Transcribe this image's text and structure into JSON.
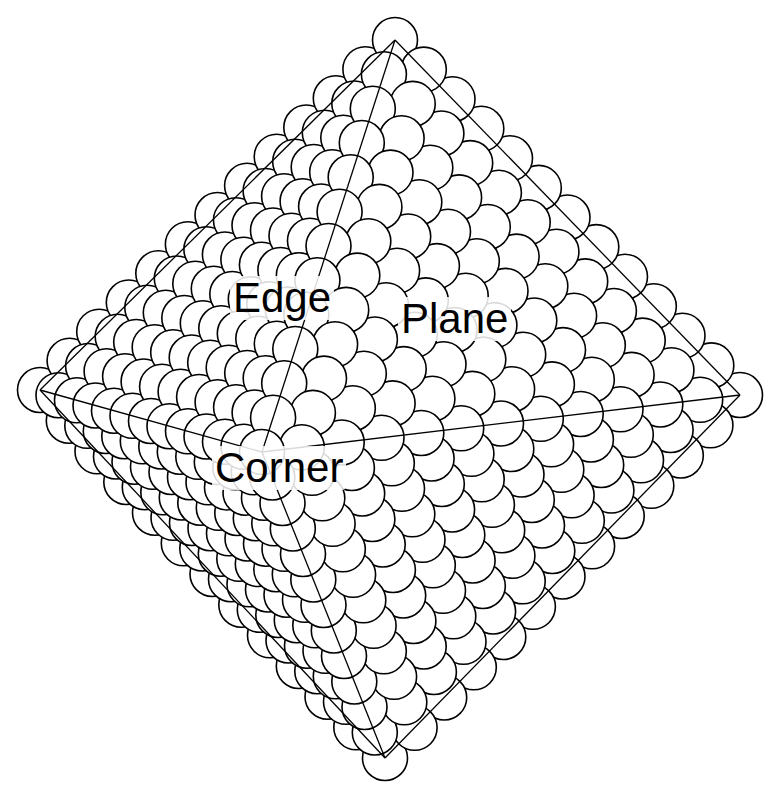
{
  "diagram": {
    "labels": [
      "Edge",
      "Plane",
      "Corner"
    ]
  }
}
